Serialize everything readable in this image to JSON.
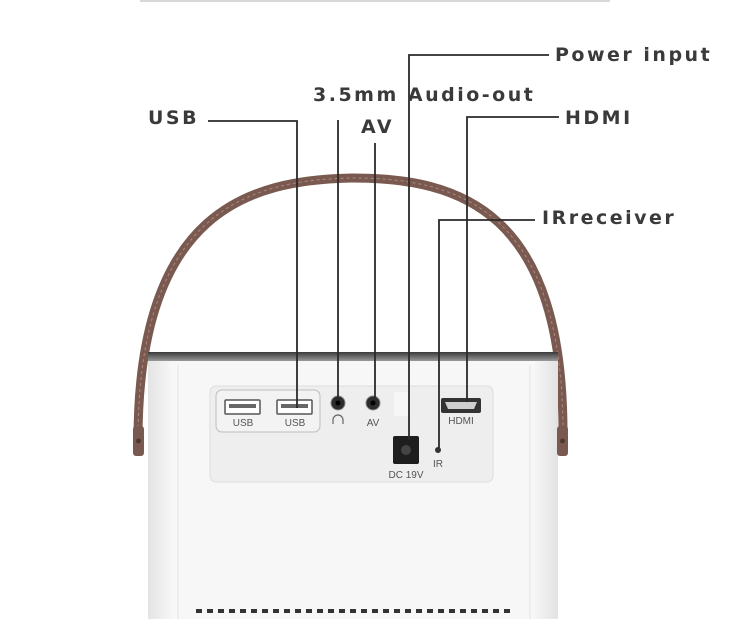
{
  "callouts": {
    "usb": "USB",
    "audio_out": "3.5mm Audio-out",
    "av": "AV",
    "power_input": "Power input",
    "hdmi": "HDMI",
    "ir_receiver": "IRreceiver"
  },
  "panel_labels": {
    "usb_1": "USB",
    "usb_2": "USB",
    "headphone_symbol": "∩",
    "av": "AV",
    "hdmi": "HDMI",
    "dc": "DC 19V",
    "ir": "IR"
  },
  "colors": {
    "callout_text": "#3a3a3a",
    "leader_line": "#2a2a2a",
    "handle_strap": "#7a5a50",
    "device_body": "#f7f7f7",
    "port_panel": "#eeeeee"
  }
}
